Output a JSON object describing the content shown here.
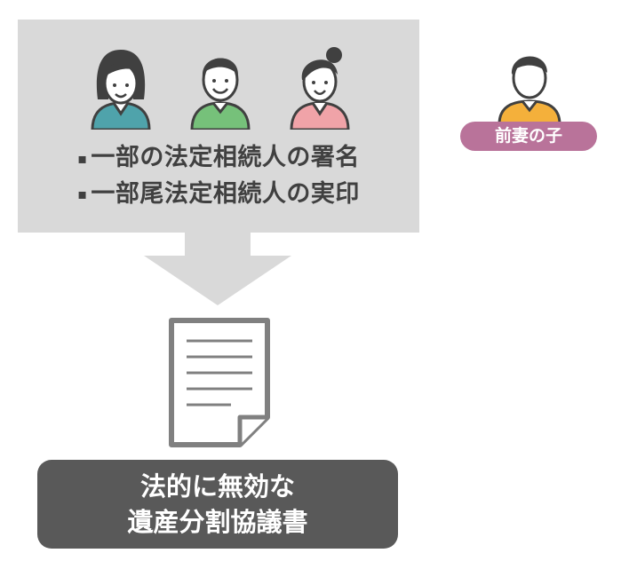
{
  "panel": {
    "heirs": [
      {
        "icon": "woman-long-hair-icon",
        "shirt_color": "#4fa3ab"
      },
      {
        "icon": "man-icon",
        "shirt_color": "#76c17a"
      },
      {
        "icon": "woman-ponytail-icon",
        "shirt_color": "#f0a3a8"
      }
    ],
    "bullets": [
      {
        "marker": "▪",
        "text": "一部の法定相続人の署名"
      },
      {
        "marker": "▪",
        "text": "一部尾法定相続人の実印"
      }
    ]
  },
  "result": {
    "line1": "法的に無効な",
    "line2": "遺産分割協議書"
  },
  "excluded": {
    "icon": "man-icon",
    "shirt_color": "#f4b03b",
    "label": "前妻の子",
    "label_color": "#b9739a"
  },
  "colors": {
    "panel": "#d9d9d9",
    "arrow": "#d9d9d9",
    "result_box": "#595959",
    "outline": "#404040"
  }
}
